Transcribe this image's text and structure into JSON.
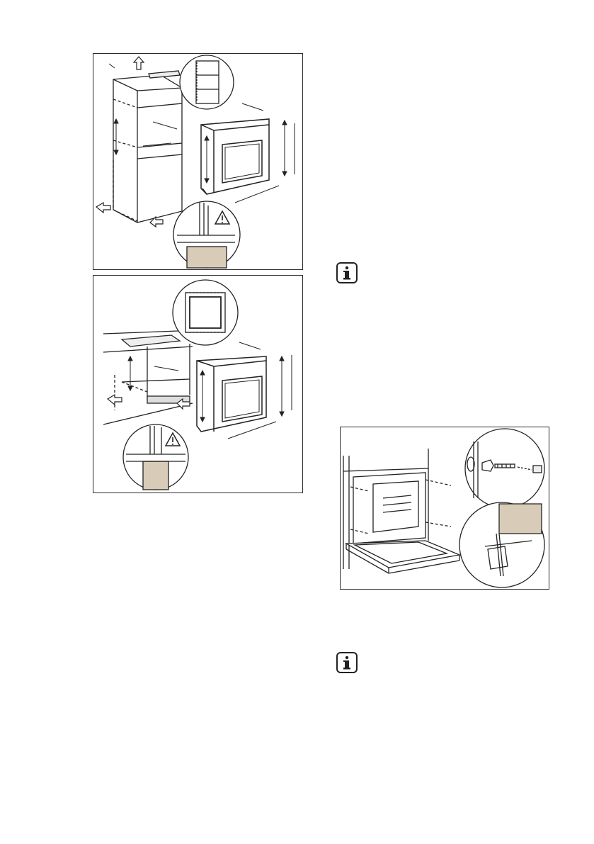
{
  "page": {
    "background": "#ffffff",
    "line_color": "#222222",
    "figures": [
      {
        "name": "column-cabinet-installation-figure",
        "icons": [
          "warning-icon",
          "arrow-icon",
          "dimension-arrows",
          "magnified-detail"
        ]
      },
      {
        "name": "under-counter-installation-figure",
        "icons": [
          "warning-icon",
          "arrow-icon",
          "dimension-arrows",
          "magnified-detail"
        ]
      },
      {
        "name": "oven-fixing-screws-figure",
        "icons": [
          "screw-icon",
          "magnified-detail"
        ]
      }
    ],
    "notes": [
      {
        "icon": "info-icon"
      },
      {
        "icon": "info-icon"
      }
    ]
  }
}
